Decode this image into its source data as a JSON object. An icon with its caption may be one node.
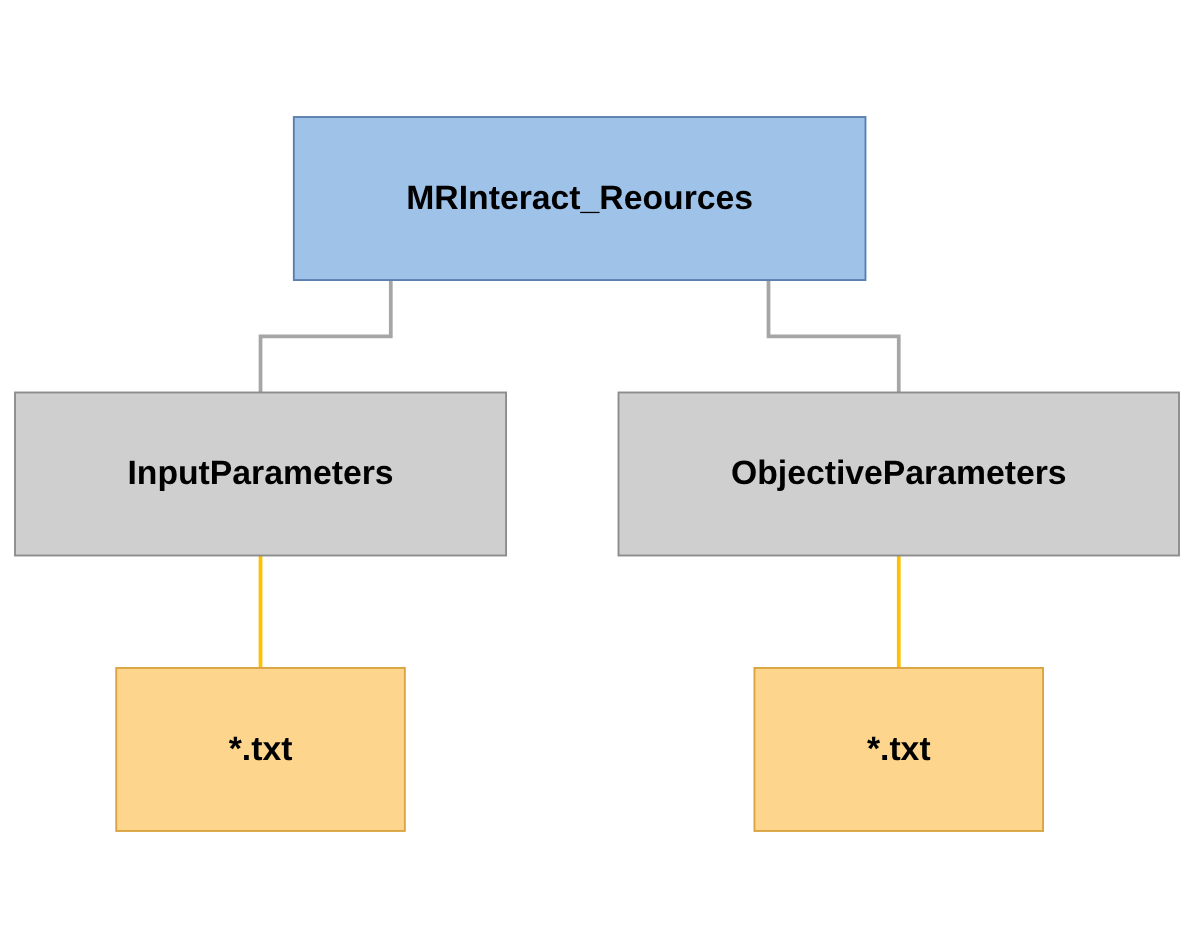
{
  "diagram": {
    "nodes": [
      {
        "text": [
          "MRInteract_Reources"
        ]
      },
      {
        "text": [
          "InputParameters"
        ]
      },
      {
        "text": [
          "ObjectiveParameters"
        ]
      },
      {
        "text": [
          "*.txt"
        ]
      },
      {
        "text": [
          "*.txt"
        ]
      }
    ],
    "edges": [
      {
        "from": 0,
        "to": 1,
        "arrow": "none",
        "color": "#a6a6a6"
      },
      {
        "from": 0,
        "to": 2,
        "arrow": "none",
        "color": "#a6a6a6"
      },
      {
        "from": 1,
        "to": 3,
        "arrow": "none",
        "color": "#ffc000"
      },
      {
        "from": 2,
        "to": 4,
        "arrow": "none",
        "color": "#ffc000"
      }
    ]
  }
}
